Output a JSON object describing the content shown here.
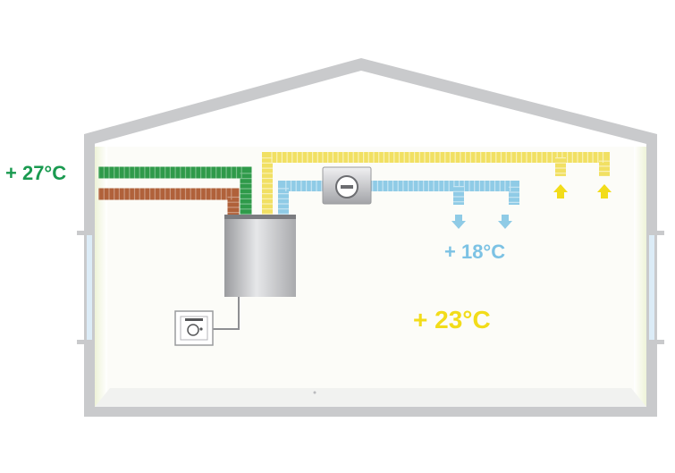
{
  "labels": {
    "outside_temp": "+ 27°C",
    "supply_temp": "+ 18°C",
    "room_temp": "+ 23°C"
  },
  "colors": {
    "outside": "#1a9a50",
    "supply": "#7cc2e4",
    "room": "#f2dc1a",
    "house": "#c9cacc",
    "duct_green": "#2f9a4a",
    "duct_brown": "#b0613a",
    "duct_yellow": "#f1e063",
    "duct_blue": "#8fcbe6"
  },
  "icons": {
    "heat_pump": "heat-pump-unit-icon",
    "fan_coil": "fan-coil-unit-icon",
    "thermostat": "thermostat-icon",
    "arrow_down": "arrow-down-icon",
    "arrow_up": "arrow-up-icon"
  }
}
